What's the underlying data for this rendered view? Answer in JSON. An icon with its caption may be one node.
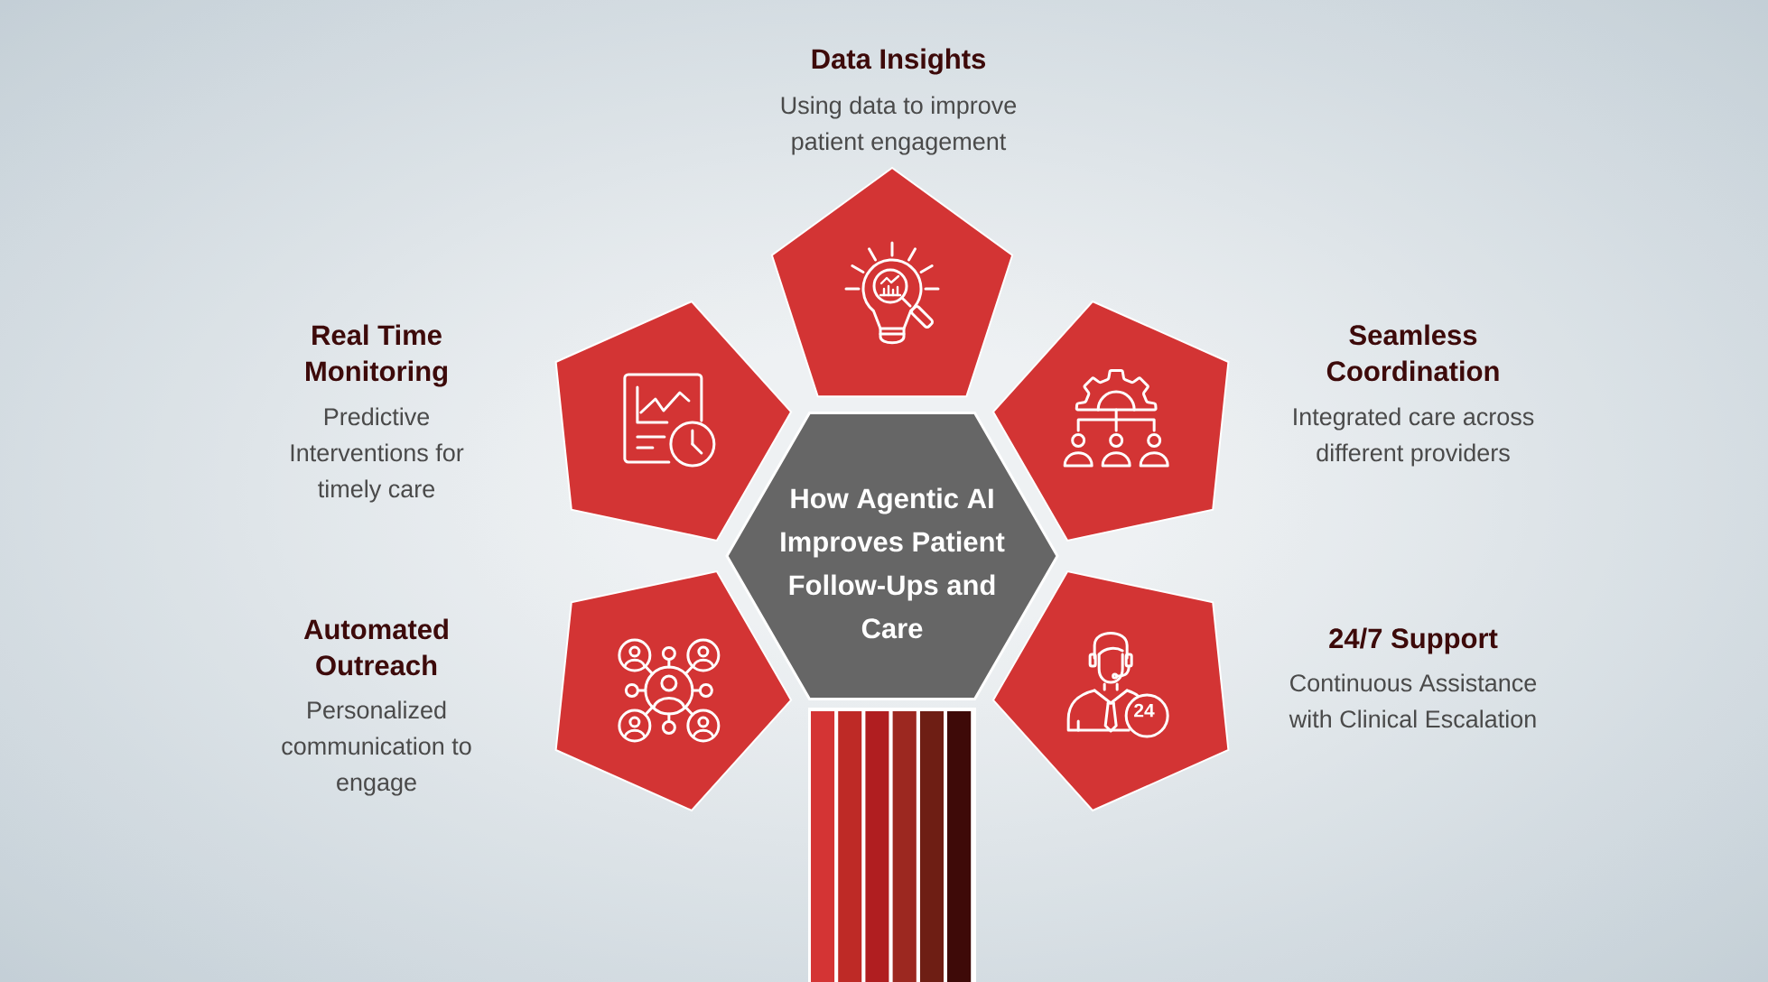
{
  "diagram": {
    "nodes": [
      {
        "text": [
          "Data Insights",
          "Using data to improve patient engagement"
        ]
      },
      {
        "text": [
          "Real Time Monitoring",
          "Predictive Interventions for timely care"
        ]
      },
      {
        "text": [
          "Seamless Coordination",
          "Integrated care across different providers"
        ]
      },
      {
        "text": [
          "How Agentic AI Improves Patient Follow-Ups and Care"
        ]
      },
      {
        "text": [
          "Automated Outreach",
          "Personalized communication to engage"
        ]
      },
      {
        "text": [
          "24/7 Support",
          "Continuous Assistance with Clinical Escalation"
        ]
      }
    ],
    "labels": [
      "24"
    ]
  }
}
